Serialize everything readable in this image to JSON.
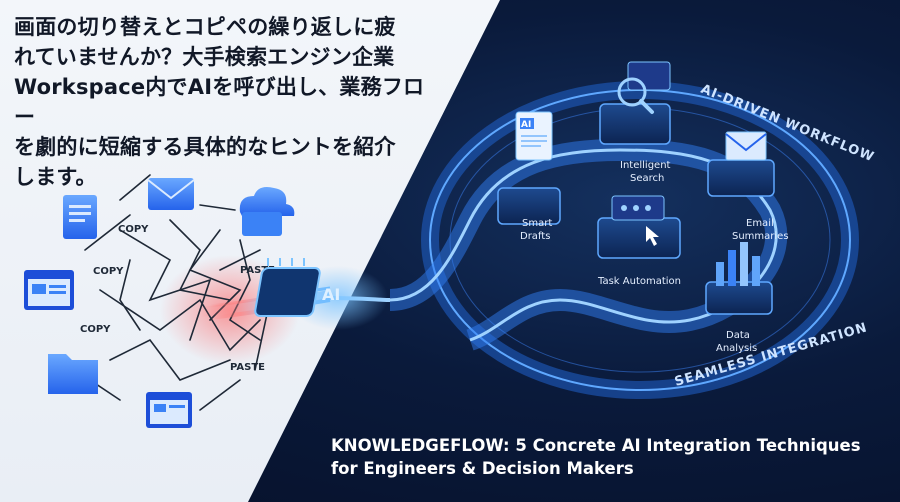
{
  "headline": {
    "line1": "画面の切り替えとコピペの繰り返しに疲",
    "line2": "れていませんか？大手検索エンジン企業",
    "line3": "Workspace内でAIを呼び出し、業務フロー",
    "line4": "を劇的に短縮する具体的なヒントを紹介",
    "line5": "します。"
  },
  "left_labels": {
    "copy1": "COPY",
    "copy2": "COPY",
    "copy3": "COPY",
    "paste1": "PASTE",
    "paste2": "PASTE"
  },
  "chip_label": "AI",
  "doc_badge": "AI",
  "ring": {
    "top": "AI-DRIVEN WORKFLOW",
    "bottom": "SEAMLESS INTEGRATION"
  },
  "nodes": {
    "search": [
      "Intelligent",
      "Search"
    ],
    "drafts": [
      "Smart",
      "Drafts"
    ],
    "email": [
      "Email",
      "Summaries"
    ],
    "task": "Task Automation",
    "data": [
      "Data",
      "Analysis"
    ]
  },
  "footer": {
    "line1": "KNOWLEDGEFLOW: 5 Concrete AI Integration Techniques",
    "line2": "for Engineers & Decision Makers"
  },
  "colors": {
    "accent": "#3b82f6",
    "glow": "#7cc4ff",
    "dark": "#0a1a3b",
    "chaos_red": "#ef4444"
  }
}
